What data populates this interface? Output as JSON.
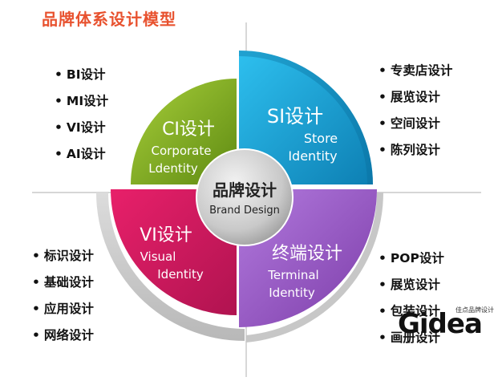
{
  "title": "品牌体系设计模型",
  "center": {
    "cn": "品牌设计",
    "en": "Brand Design"
  },
  "quadrants": {
    "ci": {
      "cn": "CI设计",
      "en1": "Corporate",
      "en2": "Ldentity",
      "color": "#8fb82a"
    },
    "si": {
      "cn": "SI设计",
      "en1": "Store",
      "en2": "Identity",
      "color": "#1ea8dc"
    },
    "vi": {
      "cn": "VI设计",
      "en1": "Visual",
      "en2": "Identity",
      "color": "#d81e63"
    },
    "terminal": {
      "cn": "终端设计",
      "en1": "Terminal",
      "en2": "Identity",
      "color": "#9a56c9"
    }
  },
  "lists": {
    "top_left": [
      "BI设计",
      "MI设计",
      "VI设计",
      "AI设计"
    ],
    "top_right": [
      "专卖店设计",
      "展览设计",
      "空间设计",
      "陈列设计"
    ],
    "bottom_left": [
      "标识设计",
      "基础设计",
      "应用设计",
      "网络设计"
    ],
    "bottom_right": [
      "POP设计",
      "展览设计",
      "包装设计",
      "画册设计"
    ]
  },
  "logo": {
    "word": "Gidea",
    "small": "佳点品牌设计"
  }
}
